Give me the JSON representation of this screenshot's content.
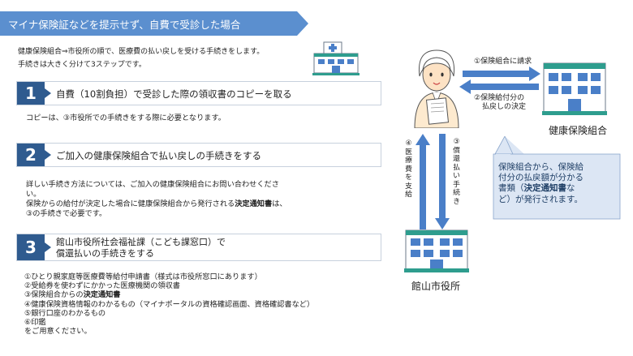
{
  "banner": {
    "title": "マイナ保険証などを提示せず、自費で受診した場合"
  },
  "intro": {
    "line1": "健康保険組合⇒市役所の順で、医療費の払い戻しを受ける手続きをします。",
    "line2": "手続きは大きく分けて3ステップです。"
  },
  "steps": [
    {
      "number": "1",
      "title": "自費（10割負担）で受診した際の領収書のコピーを取る",
      "desc_line1": "コピーは、③市役所での手続きをする際に必要となります。"
    },
    {
      "number": "2",
      "title": "ご加入の健康保険組合で払い戻しの手続きをする",
      "desc_line1": "詳しい手続き方法については、ご加入の健康保険組合にお問い合わせくださ",
      "desc_line2": "い。",
      "desc_line3_pre": "保険からの給付が決定した場合に健康保険組合から発行される",
      "desc_line3_bold": "決定通知書",
      "desc_line3_post": "は、",
      "desc_line4": "③の手続きで必要です。"
    },
    {
      "number": "3",
      "title_line1": "館山市役所社会福祉課（こども課窓口）で",
      "title_line2": "償還払いの手続きをする"
    }
  ],
  "checklist": {
    "item1": "①ひとり親家庭等医療費等給付申請書（様式は市役所窓口にあります）",
    "item2": "②受給券を使わずにかかった医療機関の領収書",
    "item3_pre": "③保険組合からの",
    "item3_bold": "決定通知書",
    "item4": "④健康保険資格情報のわかるもの（マイナポータルの資格確認画面、資格確認書など）",
    "item5": "⑤銀行口座のわかるもの",
    "item6": "⑥印鑑",
    "closing": "をご用意ください。"
  },
  "diagram": {
    "request_label": "①保険組合に請求",
    "decision_line1": "②保険給付分の",
    "decision_line2": "払戻しの決定",
    "insurer_label": "健康保険組合",
    "city_label": "館山市役所",
    "left_vertical": "④医療費を支給",
    "right_vertical": "③償還払い手続き",
    "callout_line1": "保険組合から、保険給",
    "callout_line2": "付分の払戻額が分かる",
    "callout_line3_pre": "書類（",
    "callout_line3_bold": "決定通知書",
    "callout_line3_post": "な",
    "callout_line4": "ど）が発行されます。"
  },
  "colors": {
    "banner": "#5b8fcf",
    "step_number": "#2f5b8f",
    "arrow": "#4a7fc8",
    "callout_fill": "#dce6f4",
    "building_teal": "#2e9d8e"
  },
  "icons": [
    "hospital-icon",
    "person-with-document-icon",
    "insurer-building-icon",
    "city-hall-building-icon"
  ]
}
